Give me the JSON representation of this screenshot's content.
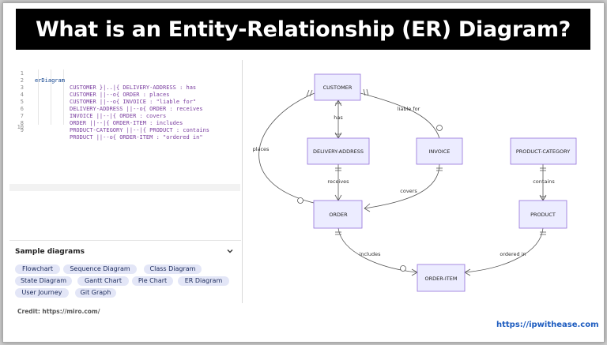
{
  "title": "What is an Entity-Relationship (ER) Diagram?",
  "editor": {
    "lines": [
      {
        "n": "1",
        "text": "erDiagram"
      },
      {
        "n": "2",
        "text": "CUSTOMER }|..|{ DELIVERY-ADDRESS : has"
      },
      {
        "n": "3",
        "text": "CUSTOMER ||--o{ ORDER : places"
      },
      {
        "n": "4",
        "text": "CUSTOMER ||--o{ INVOICE : \"liable for\""
      },
      {
        "n": "5",
        "text": "DELIVERY-ADDRESS ||--o{ ORDER : receives"
      },
      {
        "n": "6",
        "text": "INVOICE ||--|{ ORDER : covers"
      },
      {
        "n": "7",
        "text": "ORDER ||--|{ ORDER-ITEM : includes"
      },
      {
        "n": "8",
        "text": "PRODUCT-CATEGORY ||--|{ PRODUCT : contains"
      },
      {
        "n": "9",
        "text": "PRODUCT ||--o{ ORDER-ITEM : \"ordered in\""
      },
      {
        "n": "10",
        "text": ""
      }
    ]
  },
  "samples": {
    "heading": "Sample diagrams",
    "chips": [
      "Flowchart",
      "Sequence Diagram",
      "Class Diagram",
      "State Diagram",
      "Gantt Chart",
      "Pie Chart",
      "ER Diagram",
      "User Journey",
      "Git Graph"
    ]
  },
  "diagram": {
    "entities": {
      "customer": "CUSTOMER",
      "delivery_address": "DELIVERY-ADDRESS",
      "invoice": "INVOICE",
      "product_category": "PRODUCT-CATEGORY",
      "order": "ORDER",
      "product": "PRODUCT",
      "order_item": "ORDER-ITEM"
    },
    "relations": {
      "has": "has",
      "liable_for": "liable for",
      "places": "places",
      "receives": "receives",
      "covers": "covers",
      "contains": "contains",
      "includes": "includes",
      "ordered_in": "ordered in"
    }
  },
  "credit": "Credit: https://miro.com/",
  "site": "https://ipwithease.com",
  "colors": {
    "title_bg": "#000000",
    "entity_fill": "#ececff",
    "entity_stroke": "#9370db",
    "chip_bg": "#e3e6f7",
    "link": "#1c5bbf"
  }
}
